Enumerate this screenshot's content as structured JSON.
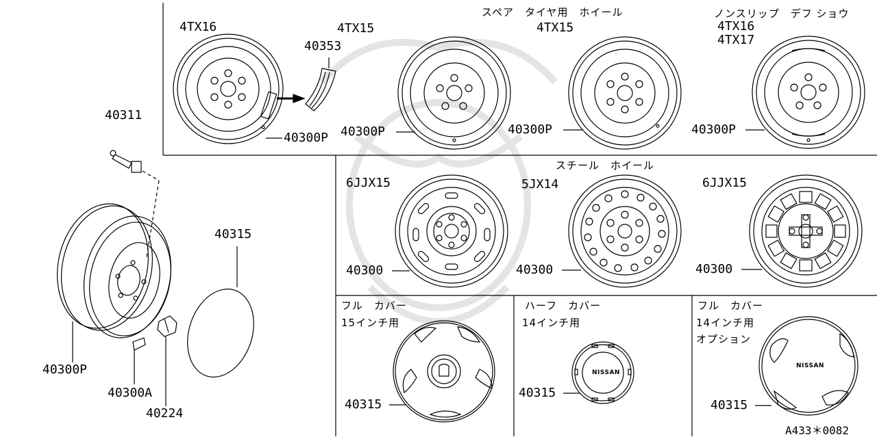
{
  "spare_section": {
    "title": "スペア　タイヤ用　ホイール",
    "size_4tx16": "4TX16",
    "size_4tx15_top": "4TX15",
    "size_4tx15_center": "4TX15",
    "part_40353": "40353",
    "label_a": "40300P",
    "label_b": "40300P",
    "label_c": "40300P"
  },
  "nonslip_section": {
    "title": "ノンスリップ　デフ ショウ",
    "size_1": "4TX16",
    "size_2": "4TX17",
    "label": "40300P"
  },
  "steel_section": {
    "title": "スチール　ホイール",
    "size_1": "6JJX15",
    "size_2": "5JX14",
    "size_3": "6JJX15",
    "label_1": "40300",
    "label_2": "40300",
    "label_3": "40300"
  },
  "cover_full_15": {
    "title": "フル　カバー",
    "size": "15インチ用",
    "label": "40315"
  },
  "cover_half_14": {
    "title": "ハーフ　カバー",
    "size": "14インチ用",
    "label": "40315",
    "logo": "NISSAN"
  },
  "cover_full_14": {
    "title": "フル　カバー",
    "size": "14インチ用",
    "option": "オプション",
    "label": "40315",
    "logo": "NISSAN"
  },
  "left_assembly": {
    "valve": "40311",
    "cover": "40315",
    "wheel": "40300P",
    "weight": "40300A",
    "nut": "40224"
  },
  "diagram_code": "A433＊0082"
}
